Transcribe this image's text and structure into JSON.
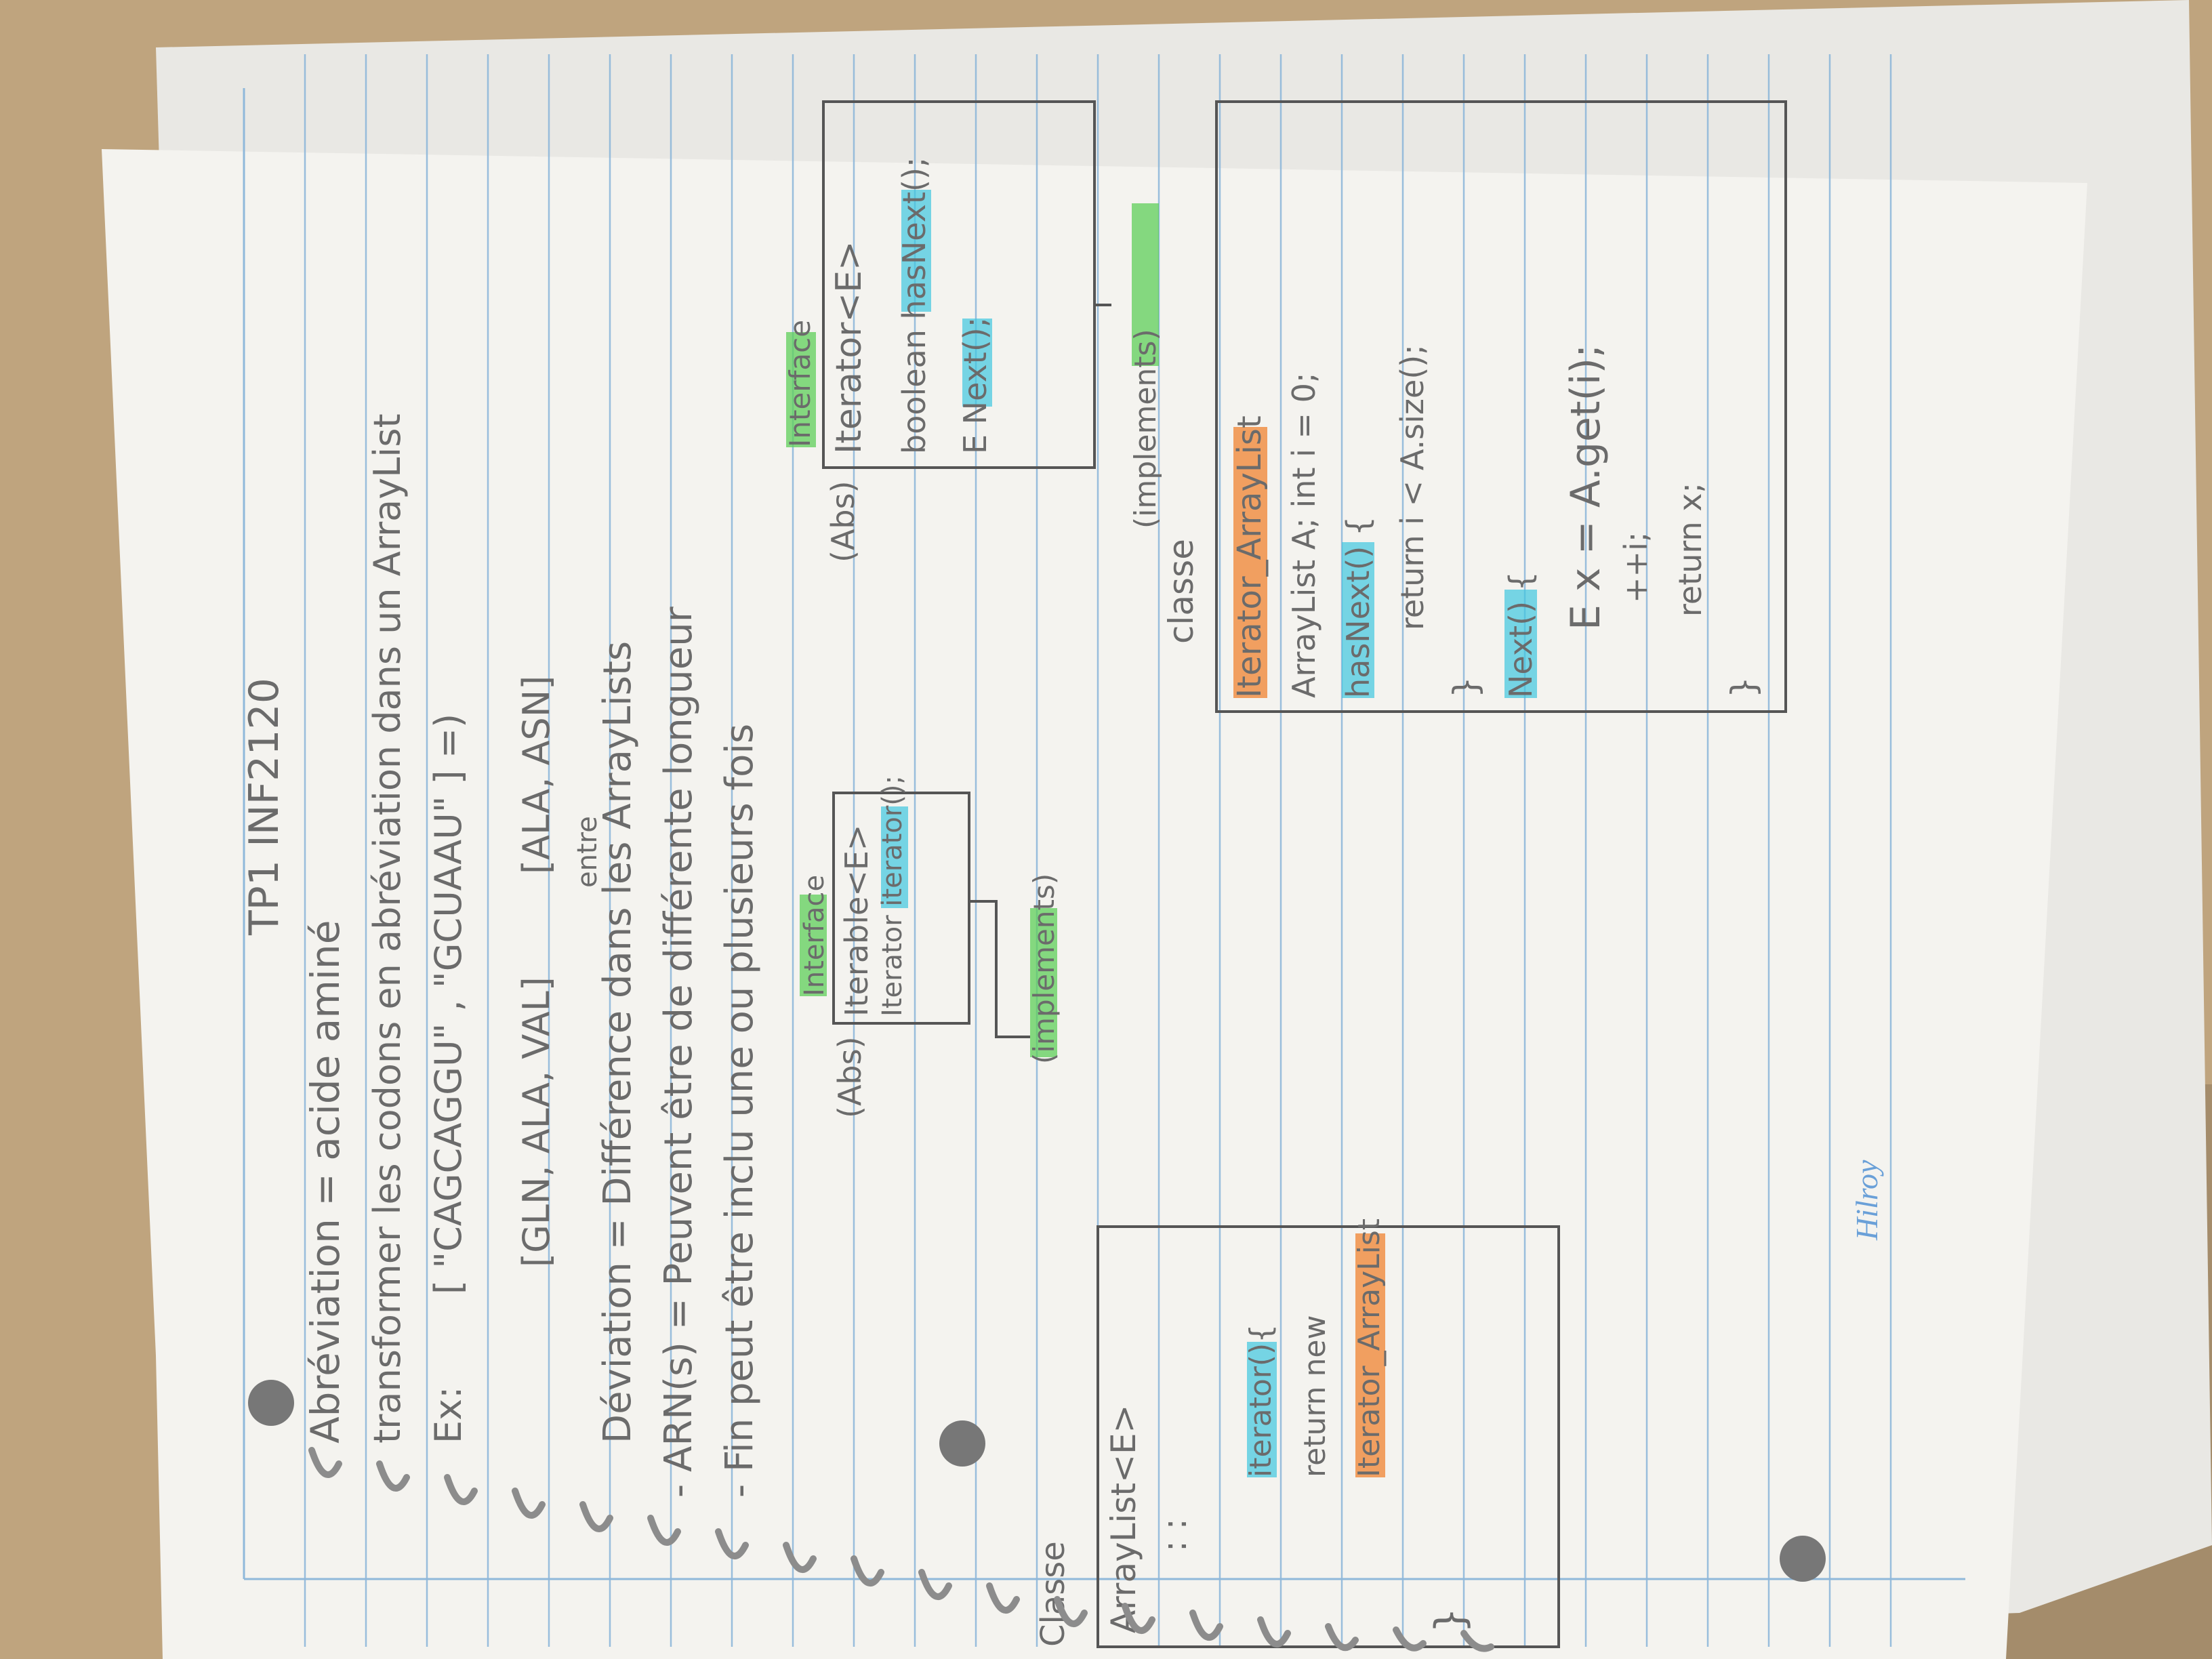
{
  "colors": {
    "table": "#bfa47e",
    "paper": "#f4f3ef",
    "rule": "#8fb8da",
    "margin": "#e5a9a9",
    "pencil": "#6b6b6b",
    "green_highlight": "#5fcf5a",
    "blue_highlight": "#3fc6e0",
    "orange_highlight": "#f08a3c"
  },
  "notes": {
    "title": "TP1   INF2120",
    "line1": "Abréviation = acide aminé",
    "line2": "transformer les codons en abréviation dans un ArrayList",
    "ex_label": "Ex:",
    "ex_codons": "[ \"CAGCAGGU\" , \"GCUAAU\" ] =)",
    "ex_result1": "[GLN, ALA, VAL]",
    "ex_result2": "[ALA, ASN]",
    "deviation_entre": "entre",
    "deviation": "Déviation = Différence dans les ArrayLists",
    "arn": "- ARN(s) = Peuvent être de différente longueur",
    "fin": "- Fin peut être inclu une ou plusieurs fois"
  },
  "diagram": {
    "iterable_tag": "Interface",
    "iterable_abs": "(Abs)",
    "iterable_title": "Iterable<E>",
    "iterable_method": "Iterator iterator();",
    "iterator_tag": "Interface",
    "iterator_abs": "(Abs)",
    "iterator_title": "Iterator<E>",
    "iterator_method1": "boolean hasNext();",
    "iterator_method2": "E Next();",
    "implements1": "(implements)",
    "implements2": "(implements)",
    "arraylist_kind": "Classe",
    "arraylist_title": "ArrayList<E>",
    "arraylist_dots": ": :",
    "arraylist_line1": "iterator(){",
    "arraylist_line2": "return new",
    "arraylist_line3": "Iterator_ArrayList",
    "arraylist_close": "}",
    "itarray_kind": "classe",
    "itarray_title": "Iterator_ArrayList",
    "itarray_line1": "ArrayList A; int i = 0;",
    "itarray_line2": "hasNext() {",
    "itarray_line3": "return i < A.size();",
    "itarray_line4": "}",
    "itarray_line5": "Next() {",
    "itarray_line6": "E x = A.get(i);",
    "itarray_line7": "++i;",
    "itarray_line8": "return x;",
    "itarray_line9": "}"
  },
  "brand": "Hilroy"
}
